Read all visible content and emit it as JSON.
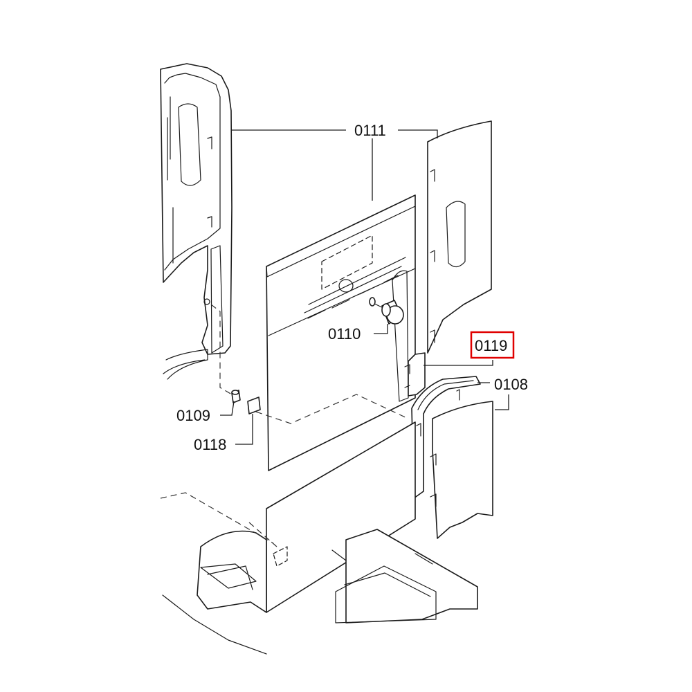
{
  "labels": {
    "p0111": "0111",
    "p0110": "0110",
    "p0119": "0119",
    "p0108": "0108",
    "p0109": "0109",
    "p0118": "0118"
  },
  "highlight": {
    "part": "0119",
    "color": "#e00000"
  }
}
